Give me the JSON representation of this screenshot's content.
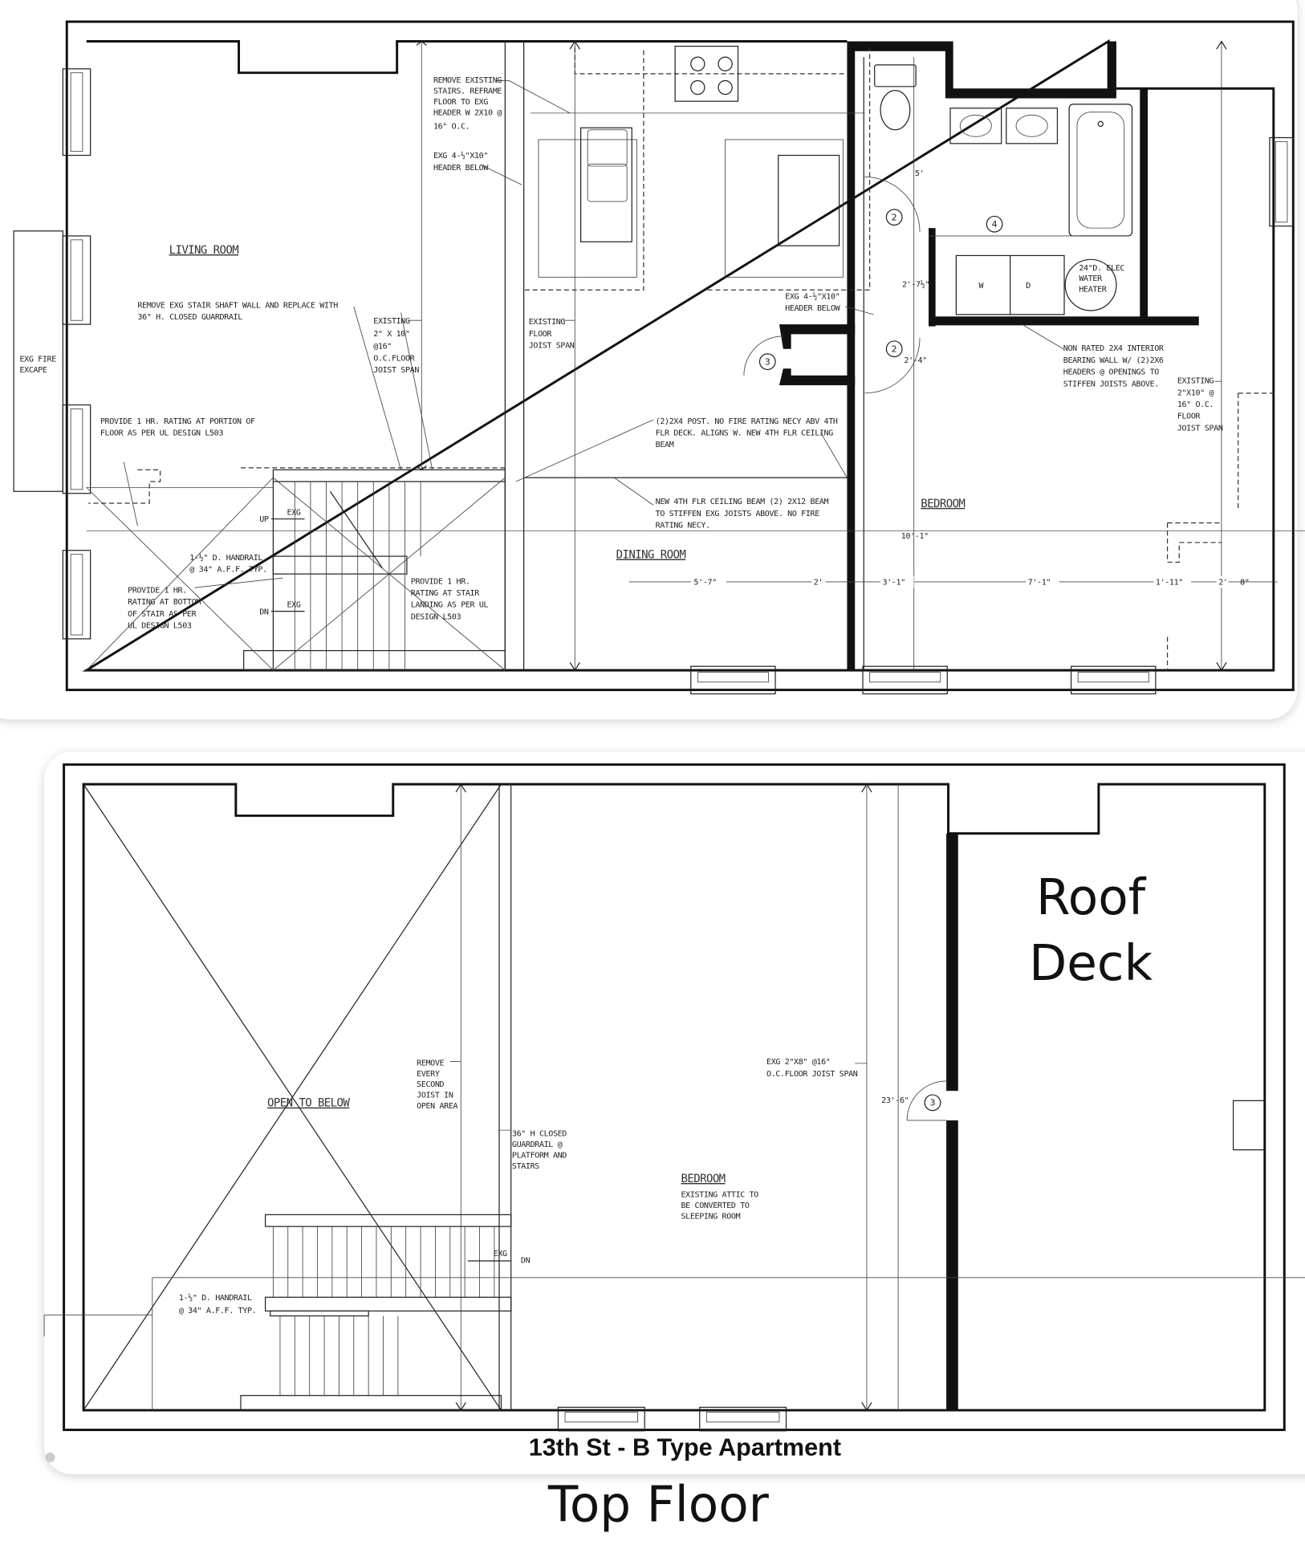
{
  "top_plan": {
    "rooms": {
      "living": "LIVING ROOM",
      "dining": "DINING ROOM",
      "bedroom": "BEDROOM"
    },
    "notes": {
      "reframe": [
        "REMOVE EXISTING",
        "STAIRS. REFRAME",
        "FLOOR TO EXG",
        "HEADER W 2X10 @",
        "16\" O.C."
      ],
      "header1": [
        "EXG 4-½\"X10\"",
        "HEADER BELOW"
      ],
      "shaft": [
        "REMOVE EXG STAIR SHAFT WALL AND REPLACE WITH",
        "36\" H. CLOSED GUARDRAIL"
      ],
      "joist1": [
        "EXISTING",
        "2\" X 10\"",
        "@16\"",
        "O.C.FLOOR",
        "JOIST SPAN"
      ],
      "joist2": [
        "EXISTING",
        "FLOOR",
        "JOIST SPAN"
      ],
      "fire_escape": [
        "EXG FIRE",
        "EXCAPE"
      ],
      "rating_floor": [
        "PROVIDE 1 HR. RATING AT PORTION OF",
        "FLOOR AS PER UL DESIGN L503"
      ],
      "handrail": [
        "1-½\" D. HANDRAIL",
        "@ 34\" A.F.F. TYP."
      ],
      "rating_bottom": [
        "PROVIDE 1 HR.",
        "RATING AT BOTTOM",
        "OF STAIR AS PER",
        "UL DESIGN L503"
      ],
      "rating_landing": [
        "PROVIDE 1 HR.",
        "RATING AT STAIR",
        "LANDING AS PER UL",
        "DESIGN L503"
      ],
      "post": [
        "(2)2X4 POST. NO FIRE RATING NECY ABV 4TH",
        "FLR DECK. ALIGNS W. NEW 4TH FLR CEILING",
        "BEAM"
      ],
      "beam": [
        "NEW 4TH FLR CEILING BEAM (2) 2X12 BEAM",
        "TO STIFFEN EXG JOISTS ABOVE. NO FIRE",
        "RATING NECY."
      ],
      "header2": [
        "EXG 4-½\"X10\"",
        "HEADER BELOW"
      ],
      "bearing": [
        "NON RATED 2X4 INTERIOR",
        "BEARING WALL W/ (2)2X6",
        "HEADERS @ OPENINGS TO",
        "STIFFEN JOISTS ABOVE."
      ],
      "joist3": [
        "EXISTING",
        "2\"X10\" @",
        "16\" O.C.",
        "FLOOR",
        "JOIST SPAN"
      ],
      "heater": [
        "24\"D. ELEC",
        "WATER",
        "HEATER"
      ]
    },
    "stair": {
      "up": "UP",
      "dn": "DN",
      "exg": "EXG"
    },
    "appliances": {
      "washer": "W",
      "dryer": "D"
    },
    "dimensions": {
      "d1": "5'-7\"",
      "d2": "2'",
      "d3": "3'-1\"",
      "d4": "7'-1\"",
      "d5": "1'-11\"",
      "d6": "2'",
      "d7": "8\"",
      "width": "10'-1\"",
      "v1": "5'",
      "v2": "2'-7½\"",
      "v3": "2'-4\""
    },
    "door_tags": {
      "t2a": "2",
      "t2b": "2",
      "t3": "3",
      "t4": "4"
    }
  },
  "bottom_plan": {
    "rooms": {
      "open": "OPEN TO BELOW",
      "bedroom": "BEDROOM",
      "roof_deck": [
        "Roof",
        "Deck"
      ]
    },
    "notes": {
      "joist_remove": [
        "REMOVE",
        "EVERY",
        "SECOND",
        "JOIST IN",
        "OPEN AREA"
      ],
      "guardrail": [
        "36\" H CLOSED",
        "GUARDRAIL @",
        "PLATFORM AND",
        "STAIRS"
      ],
      "attic": [
        "EXISTING ATTIC TO",
        "BE CONVERTED TO",
        "SLEEPING ROOM"
      ],
      "joist": [
        "EXG 2\"X8\" @16\"",
        "O.C.FLOOR JOIST SPAN"
      ],
      "handrail": [
        "1-½\" D. HANDRAIL",
        "@ 34\" A.F.F. TYP."
      ]
    },
    "stair": {
      "exg": "EXG",
      "dn": "DN"
    },
    "dimension": "23'-6\"",
    "door_tag": "3"
  },
  "caption": {
    "title": "13th St - B Type Apartment",
    "subtitle": "Top Floor"
  }
}
